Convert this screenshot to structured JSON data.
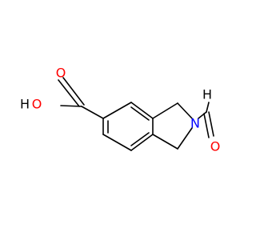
{
  "molecule": {
    "atom_labels": {
      "hydroxyl_oxygen": "O",
      "hydroxyl_hydrogen": "H",
      "carbonyl_oxygen_acid": "O",
      "ring_nitrogen": "N",
      "formyl_hydrogen": "H",
      "formyl_oxygen": "O"
    },
    "colors": {
      "oxygen": "#ff0000",
      "nitrogen": "#0000ff",
      "hydrogen": "#000000",
      "bond": "#000000"
    }
  }
}
